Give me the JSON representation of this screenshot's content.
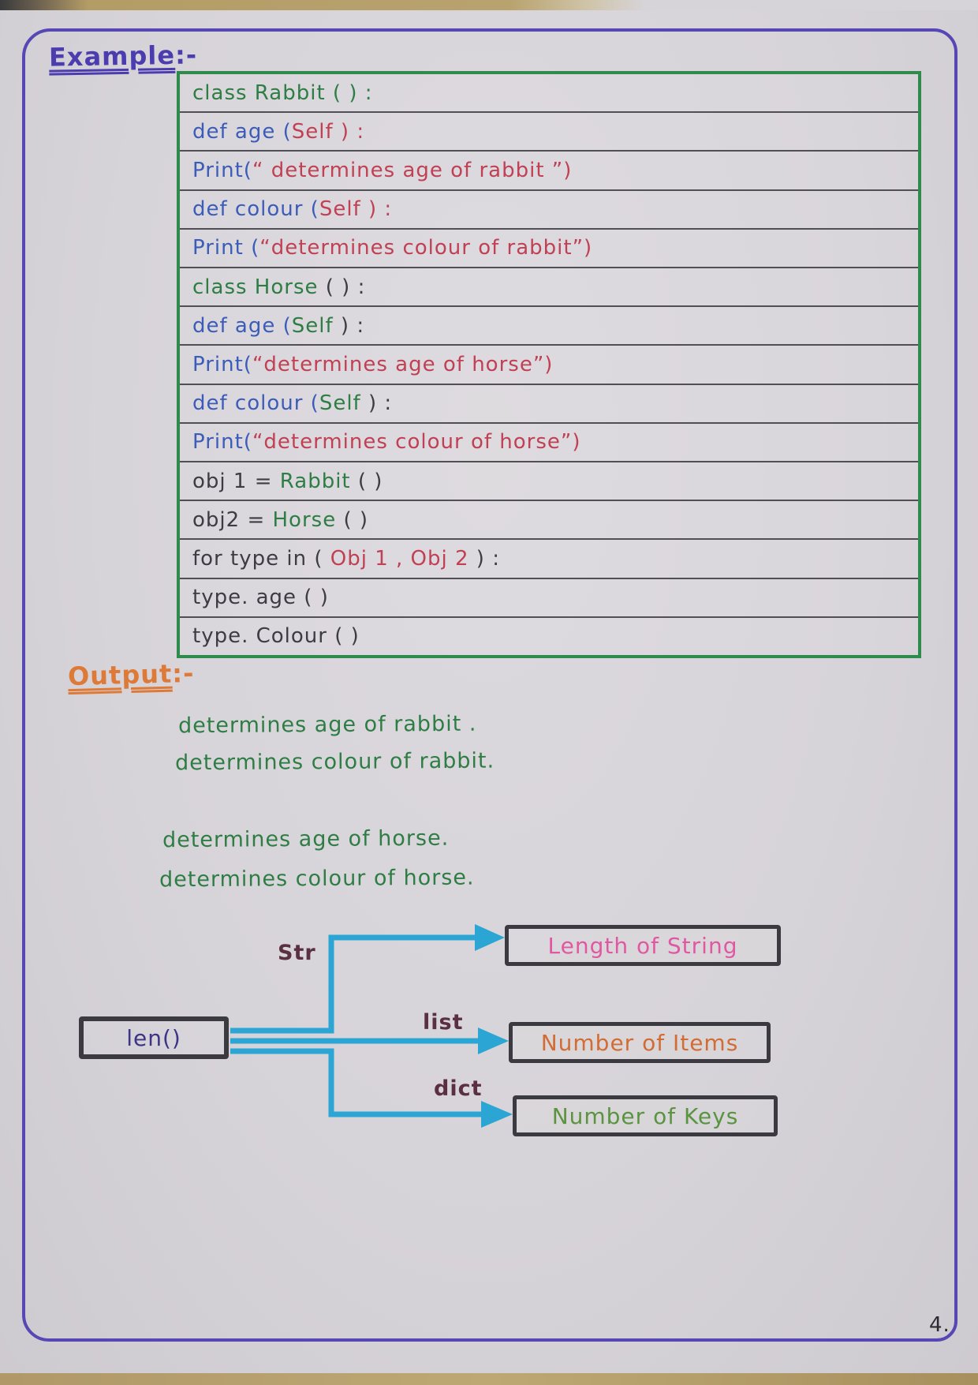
{
  "example_heading": {
    "word": "Example",
    "suffix": ":-"
  },
  "output_heading": {
    "word": "Output",
    "suffix": ":-"
  },
  "code_table": {
    "rows": [
      {
        "segments": [
          {
            "text": "class Rabbit ( ) :",
            "ink": "green"
          }
        ]
      },
      {
        "segments": [
          {
            "text": "def age (",
            "ink": "blue"
          },
          {
            "text": "Self ) :",
            "ink": "red"
          }
        ]
      },
      {
        "segments": [
          {
            "text": "Print(",
            "ink": "blue"
          },
          {
            "text": "“ determines age of rabbit ”)",
            "ink": "red"
          }
        ]
      },
      {
        "segments": [
          {
            "text": "def colour (",
            "ink": "blue"
          },
          {
            "text": "Self ) :",
            "ink": "red"
          }
        ]
      },
      {
        "segments": [
          {
            "text": "Print (",
            "ink": "blue"
          },
          {
            "text": "“determines colour of rabbit”)",
            "ink": "red"
          }
        ]
      },
      {
        "segments": [
          {
            "text": "class Horse ",
            "ink": "green"
          },
          {
            "text": "( ) :",
            "ink": "dark"
          }
        ]
      },
      {
        "segments": [
          {
            "text": "def age (",
            "ink": "blue"
          },
          {
            "text": "Self",
            "ink": "green"
          },
          {
            "text": " ) :",
            "ink": "dark"
          }
        ]
      },
      {
        "segments": [
          {
            "text": "Print(",
            "ink": "blue"
          },
          {
            "text": "“determines age of horse”)",
            "ink": "red"
          }
        ]
      },
      {
        "segments": [
          {
            "text": "def colour (",
            "ink": "blue"
          },
          {
            "text": "Self",
            "ink": "green"
          },
          {
            "text": " ) :",
            "ink": "dark"
          }
        ]
      },
      {
        "segments": [
          {
            "text": "Print(",
            "ink": "blue"
          },
          {
            "text": "“determines colour of horse”)",
            "ink": "red"
          }
        ]
      },
      {
        "segments": [
          {
            "text": "obj 1 = ",
            "ink": "dark"
          },
          {
            "text": "Rabbit",
            "ink": "green"
          },
          {
            "text": " ( )",
            "ink": "dark"
          }
        ]
      },
      {
        "segments": [
          {
            "text": "obj2 = ",
            "ink": "dark"
          },
          {
            "text": "Horse",
            "ink": "green"
          },
          {
            "text": " ( )",
            "ink": "dark"
          }
        ]
      },
      {
        "segments": [
          {
            "text": "for type in ( ",
            "ink": "dark"
          },
          {
            "text": "Obj 1 , Obj 2",
            "ink": "red"
          },
          {
            "text": " ) :",
            "ink": "dark"
          }
        ]
      },
      {
        "segments": [
          {
            "text": "type. age ( )",
            "ink": "dark"
          }
        ]
      },
      {
        "segments": [
          {
            "text": "type. Colour ( )",
            "ink": "dark"
          }
        ]
      }
    ]
  },
  "output_lines": [
    "determines age of rabbit .",
    "determines colour of rabbit.",
    "determines age of horse.",
    "determines colour of horse."
  ],
  "diagram": {
    "source_label": "len()",
    "branches": [
      {
        "type_label": "Str",
        "result_label": "Length of String",
        "result_ink": "pink"
      },
      {
        "type_label": "list",
        "result_label": "Number of Items",
        "result_ink": "items_orange"
      },
      {
        "type_label": "dict",
        "result_label": "Number of Keys",
        "result_ink": "keys_green"
      }
    ]
  },
  "page_number": "4.",
  "inks": {
    "green": "#2e7d44",
    "blue": "#3b5cb8",
    "red": "#c04054",
    "dark": "#3c3c42",
    "purple": "#4b3daf",
    "orange": "#dd7a38",
    "pink": "#e058a2",
    "items_orange": "#d26c33",
    "keys_green": "#5a9440",
    "cyan": "#2ba6d4",
    "label_maroon": "#5a3040",
    "len_indigo": "#3c3486"
  }
}
